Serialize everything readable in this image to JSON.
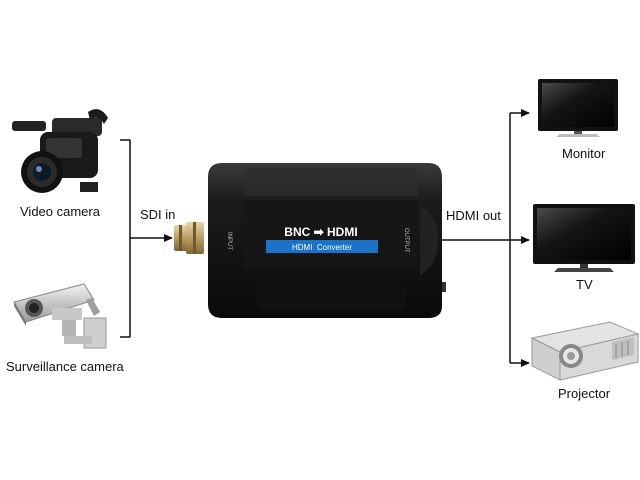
{
  "sources": [
    {
      "label": "Video camera",
      "icon": "video-camera-icon"
    },
    {
      "label": "Surveillance camera",
      "icon": "surveillance-camera-icon"
    }
  ],
  "input_label": "SDI in",
  "device": {
    "title": "BNC ➡ HDMI",
    "badge": "HDMI  Converter",
    "input_port_label": "INPUT",
    "output_port_label": "OUTPUT",
    "badge_color": "#1a73c9"
  },
  "output_label": "HDMI out",
  "outputs": [
    {
      "label": "Monitor",
      "icon": "monitor-icon"
    },
    {
      "label": "TV",
      "icon": "tv-icon"
    },
    {
      "label": "Projector",
      "icon": "projector-icon"
    }
  ]
}
